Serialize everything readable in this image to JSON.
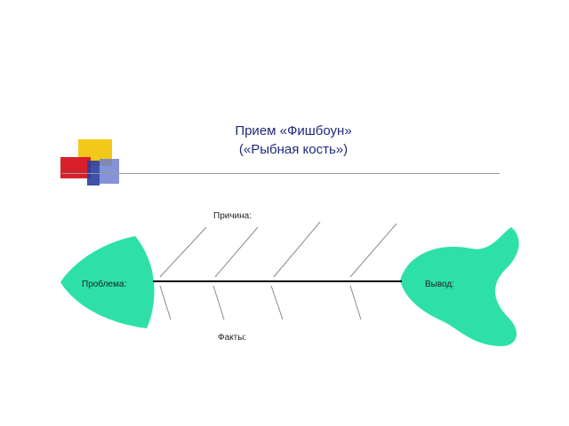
{
  "slide": {
    "title_line1": "Прием «Фишбоун»",
    "title_line2": "(«Рыбная кость»)",
    "title_color": "#1f2a78"
  },
  "logo": {
    "colors": [
      "#f2c81a",
      "#d8202a",
      "#2a3ea0",
      "#6f7fd0"
    ]
  },
  "fishbone": {
    "head_label": "Проблема:",
    "tail_label": "Вывод:",
    "top_label": "Причина:",
    "bottom_label": "Факты:",
    "shape_color": "#2de0a8",
    "line_color": "#000000",
    "bone_color": "#8a8a8a"
  }
}
